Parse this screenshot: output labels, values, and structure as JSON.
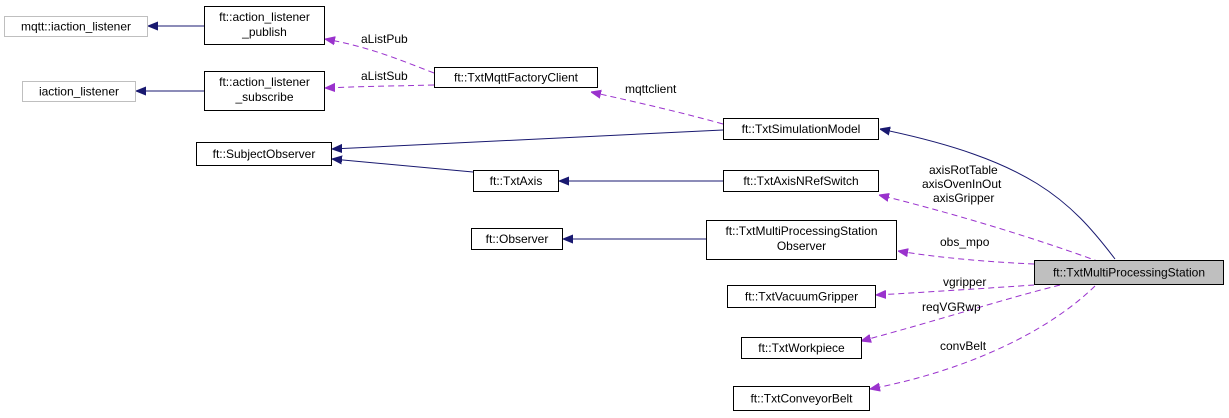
{
  "nodes": {
    "mqtt_iaction_listener": "mqtt::iaction_listener",
    "action_listener_publish": [
      "ft::action_listener",
      "_publish"
    ],
    "iaction_listener": "iaction_listener",
    "action_listener_subscribe": [
      "ft::action_listener",
      "_subscribe"
    ],
    "txt_mqtt_factory_client": "ft::TxtMqttFactoryClient",
    "txt_simulation_model": "ft::TxtSimulationModel",
    "subject_observer": "ft::SubjectObserver",
    "txt_axis": "ft::TxtAxis",
    "txt_axis_nref_switch": "ft::TxtAxisNRefSwitch",
    "observer": "ft::Observer",
    "mps_observer": [
      "ft::TxtMultiProcessingStation",
      "Observer"
    ],
    "txt_multi_processing_station": "ft::TxtMultiProcessingStation",
    "txt_vacuum_gripper": "ft::TxtVacuumGripper",
    "txt_workpiece": "ft::TxtWorkpiece",
    "txt_conveyor_belt": "ft::TxtConveyorBelt"
  },
  "edge_labels": {
    "a_list_pub": "aListPub",
    "a_list_sub": "aListSub",
    "mqttclient": "mqttclient",
    "axis_nref": [
      "axisRotTable",
      "axisOvenInOut",
      "axisGripper"
    ],
    "obs_mpo": "obs_mpo",
    "vgripper": "vgripper",
    "req_vgr_wp": "reqVGRwp",
    "conv_belt": "convBelt"
  },
  "colors": {
    "inheritance_edge": "#191970",
    "usage_edge": "#9a32cd",
    "external_node_border": "#bfbfbf",
    "focus_node_fill": "#bfbfbf"
  }
}
